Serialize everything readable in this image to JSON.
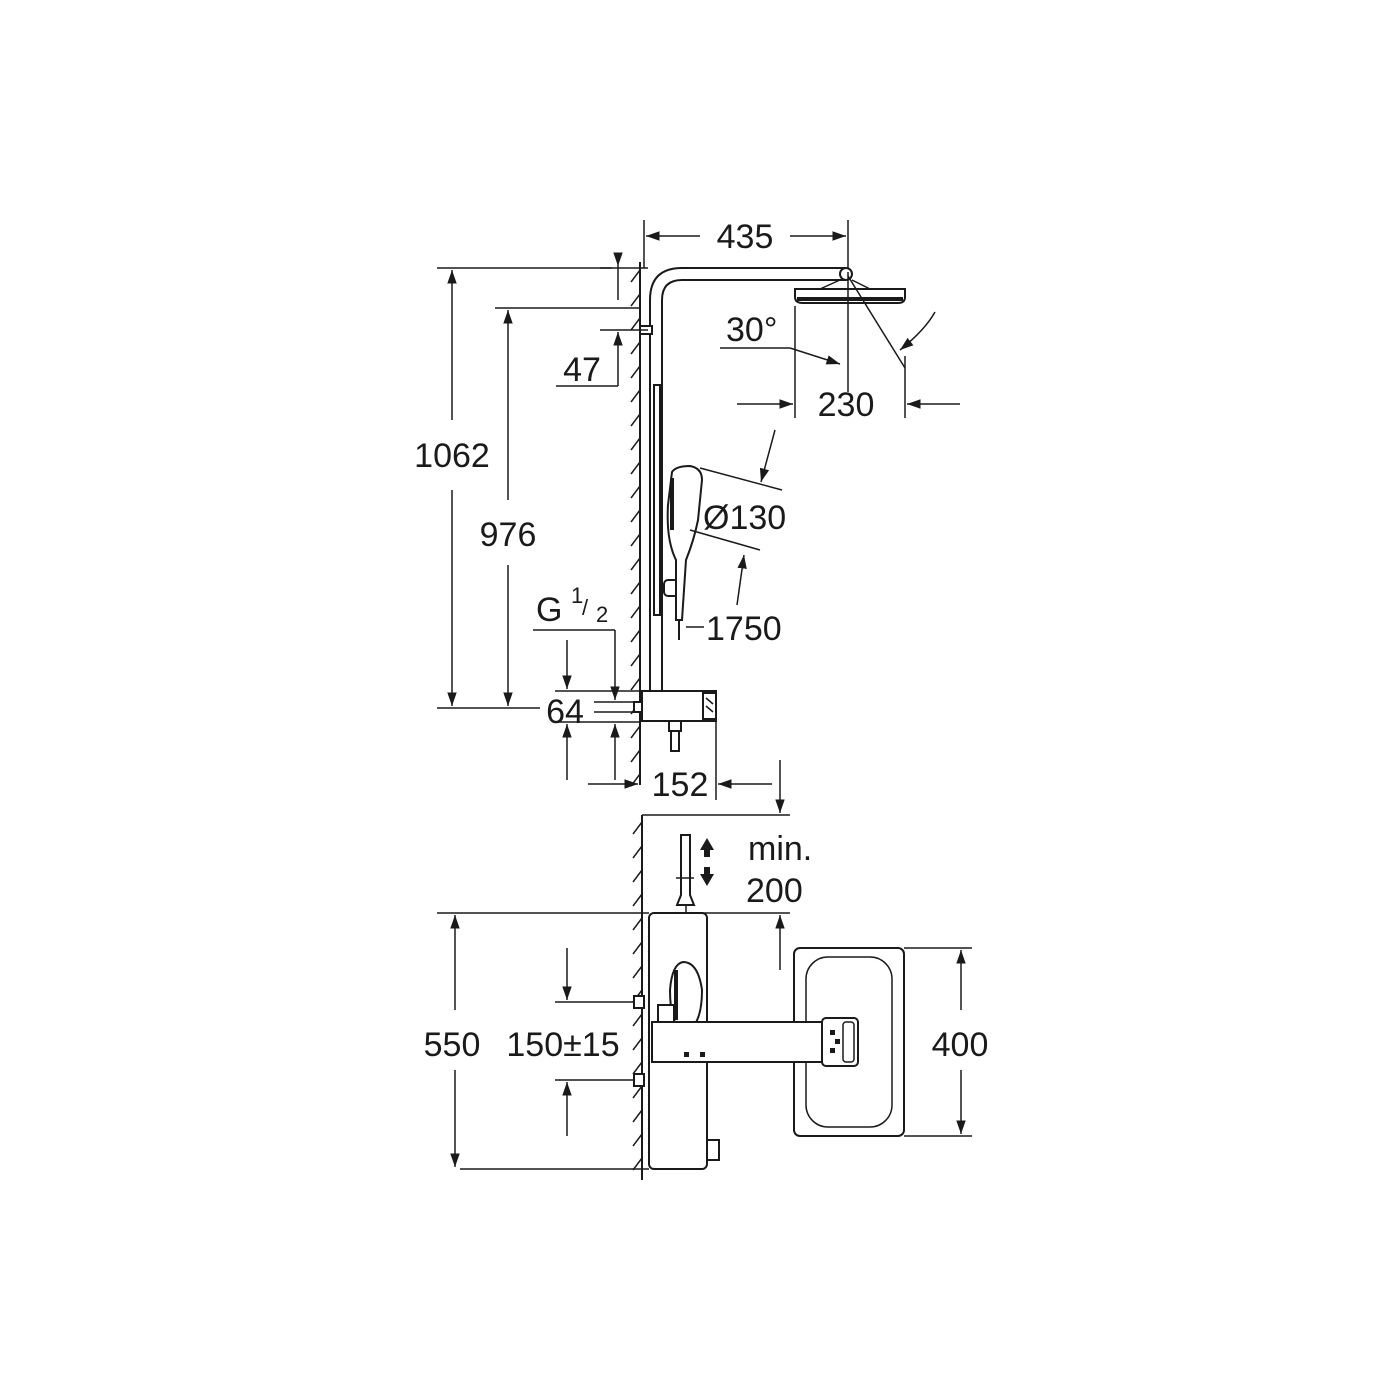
{
  "dimensions": {
    "d435": "435",
    "d30deg": "30°",
    "d230": "230",
    "d47": "47",
    "d1062": "1062",
    "d976": "976",
    "d130": "Ø130",
    "d1750": "1750",
    "thread_g": "G",
    "thread_num": "1",
    "thread_den": "2",
    "d64": "64",
    "d152": "152",
    "min_label": "min.",
    "d200": "200",
    "d550": "550",
    "d150": "150±15",
    "d400": "400"
  }
}
